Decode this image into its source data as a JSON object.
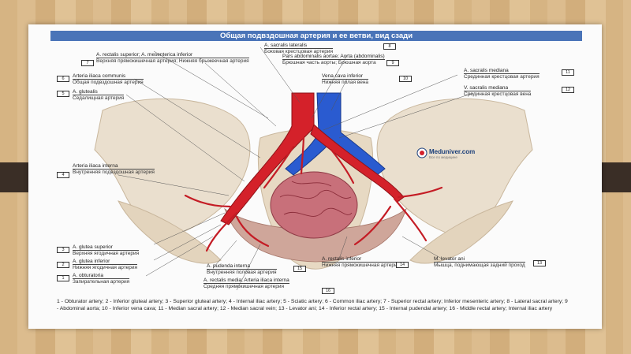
{
  "title": "Общая подвздошная артерия и ее ветви, вид сзади",
  "logo": {
    "name": "Meduniver.com",
    "tagline": "Все по медицине"
  },
  "labels": [
    {
      "id": "8",
      "lat": "A. sacralis lateralis",
      "ru": "Боковая крестцовая артерия"
    },
    {
      "id": "7",
      "lat": "A. rectalis superior; A. mesenterica inferior",
      "ru": "Верхняя прямокишечная артерия; Нижняя брыжеечная артерия"
    },
    {
      "id": "9",
      "lat": "Pars abdominalis aortae; Aorta (abdominalis)",
      "ru": "Брюшная часть аорты; Брюшная аорта"
    },
    {
      "id": "6",
      "lat": "Arteria iliaca communis",
      "ru": "Общая подвздошная артерия"
    },
    {
      "id": "10",
      "lat": "Vena cava inferior",
      "ru": "Нижняя полая вена"
    },
    {
      "id": "5",
      "lat": "A. glutealis",
      "ru": "Седалищная артерия"
    },
    {
      "id": "11",
      "lat": "A. sacralis mediana",
      "ru": "Срединная крестцовая артерия"
    },
    {
      "id": "12",
      "lat": "V. sacralis mediana",
      "ru": "Срединная крестцовая вена"
    },
    {
      "id": "4",
      "lat": "Arteria iliaca interna",
      "ru": "Внутренняя подвздошная артерия"
    },
    {
      "id": "3",
      "lat": "A. glutea superior",
      "ru": "Верхняя ягодичная артерия"
    },
    {
      "id": "2",
      "lat": "A. glutea inferior",
      "ru": "Нижняя ягодичная артерия"
    },
    {
      "id": "1",
      "lat": "A. obturatoria",
      "ru": "Запирательная артерия"
    },
    {
      "id": "15",
      "lat": "A. pudenda interna",
      "ru": "Внутренняя половая артерия"
    },
    {
      "id": "14",
      "lat": "A. rectalis inferior",
      "ru": "Нижняя прямокишечная артерия"
    },
    {
      "id": "13",
      "lat": "M. levator ani",
      "ru": "Мышца, поднимающая задний проход"
    },
    {
      "id": "16",
      "lat": "A. rectalis media; Arteria iliaca interna",
      "ru": "Средняя прямокишечная артерия"
    }
  ],
  "legend": "1 - Obturator artery; 2 - Inferior gluteal artery; 3 - Superior gluteal artery; 4 - Internal iliac artery; 5 - Sciatic artery; 6 - Common iliac artery; 7 - Superior rectal artery; Inferior mesenteric artery; 8 - Lateral sacral artery; 9 - Abdominal aorta; 10 - Inferior vena cava; 11 - Median sacral artery; 12 - Median sacral vein; 13 - Levator ani; 14 - Inferior rectal artery; 15 - Internal pudendal artery; 16 - Middle rectal artery; Internal iliac artery"
}
